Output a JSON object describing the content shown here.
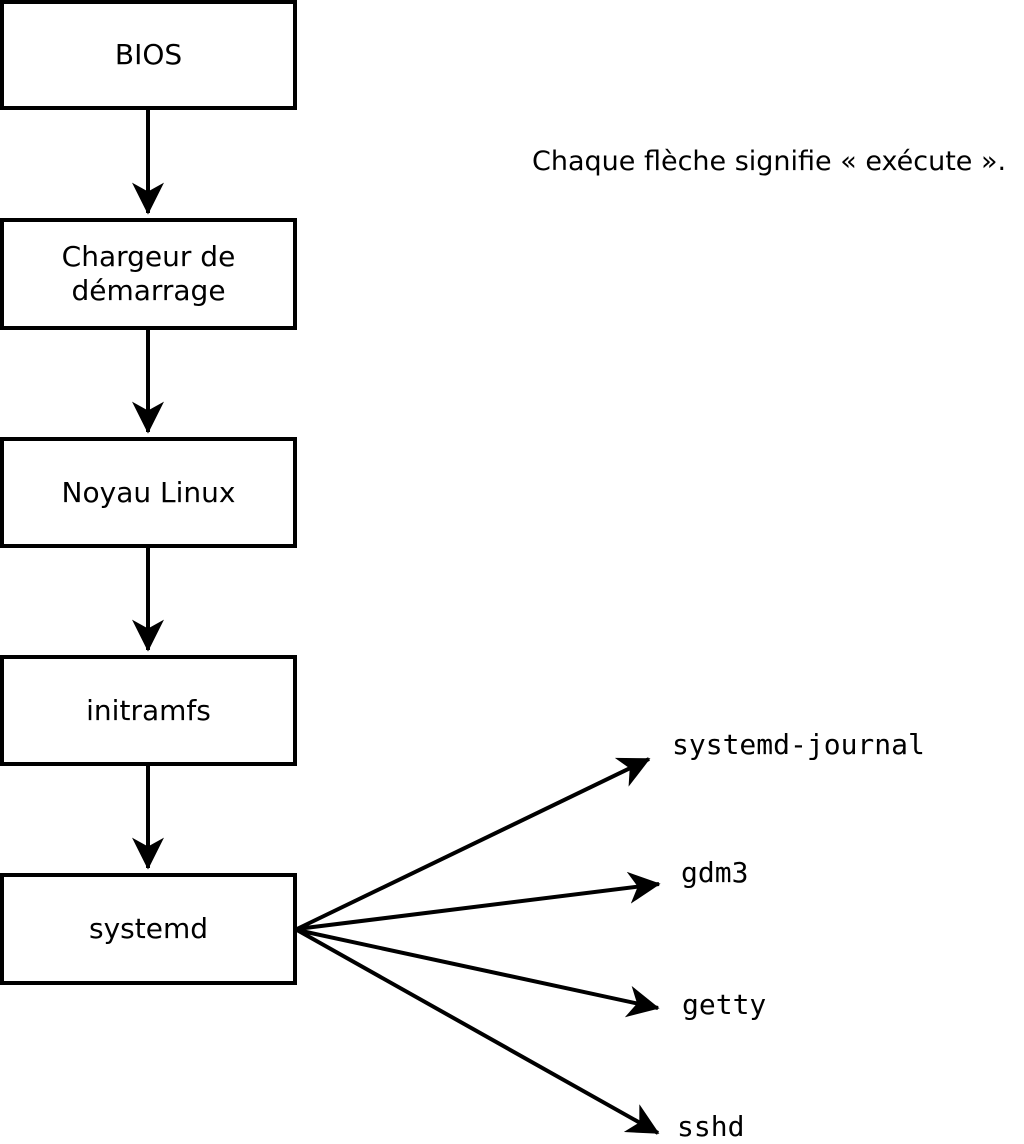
{
  "caption": {
    "text": "Chaque flèche signifie « exécute »."
  },
  "nodes": {
    "bios": {
      "label": "BIOS"
    },
    "bootloader": {
      "line1": "Chargeur de",
      "line2": "démarrage"
    },
    "kernel": {
      "label": "Noyau Linux"
    },
    "initramfs": {
      "label": "initramfs"
    },
    "systemd": {
      "label": "systemd"
    }
  },
  "processes": [
    {
      "label": "systemd-journal"
    },
    {
      "label": "gdm3"
    },
    {
      "label": "getty"
    },
    {
      "label": "sshd"
    }
  ],
  "edges": [
    {
      "from": "BIOS",
      "to": "Chargeur de démarrage"
    },
    {
      "from": "Chargeur de démarrage",
      "to": "Noyau Linux"
    },
    {
      "from": "Noyau Linux",
      "to": "initramfs"
    },
    {
      "from": "initramfs",
      "to": "systemd"
    },
    {
      "from": "systemd",
      "to": "systemd-journal"
    },
    {
      "from": "systemd",
      "to": "gdm3"
    },
    {
      "from": "systemd",
      "to": "getty"
    },
    {
      "from": "systemd",
      "to": "sshd"
    }
  ],
  "colors": {
    "line": "#000000",
    "background": "#ffffff"
  }
}
